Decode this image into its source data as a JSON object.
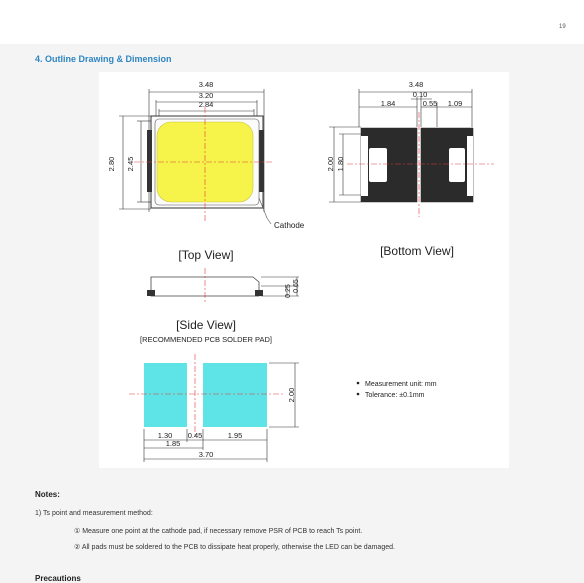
{
  "page_number": "19",
  "section_title": "4. Outline Drawing & Dimension",
  "figure": {
    "top_view": {
      "dims": [
        "3.48",
        "3.20",
        "2.84",
        "2.80",
        "2.45"
      ],
      "cathode_label": "Cathode",
      "caption": "[Top View]"
    },
    "bottom_view": {
      "dims": [
        "3.48",
        "0.10",
        "1.84",
        "0.55",
        "1.09",
        "2.00",
        "1.80"
      ],
      "caption": "[Bottom View]"
    },
    "side_view": {
      "dims": [
        "0.25",
        "0.65"
      ],
      "caption": "[Side View]"
    },
    "pad": {
      "caption": "[RECOMMENDED PCB SOLDER PAD]",
      "dims": [
        "1.30",
        "0.45",
        "1.95",
        "1.85",
        "3.70",
        "2.00"
      ]
    },
    "legend": [
      "Measurement unit: mm",
      "Tolerance: ±0.1mm"
    ]
  },
  "notes": {
    "title": "Notes:",
    "item1": "1)  Ts point and measurement method:",
    "sub1": "① Measure one point at the cathode pad, if necessary remove PSR of PCB to reach Ts point.",
    "sub2": "② All pads must be soldered to the PCB to dissipate heat properly, otherwise the LED can be damaged."
  },
  "next_heading": "Precautions"
}
